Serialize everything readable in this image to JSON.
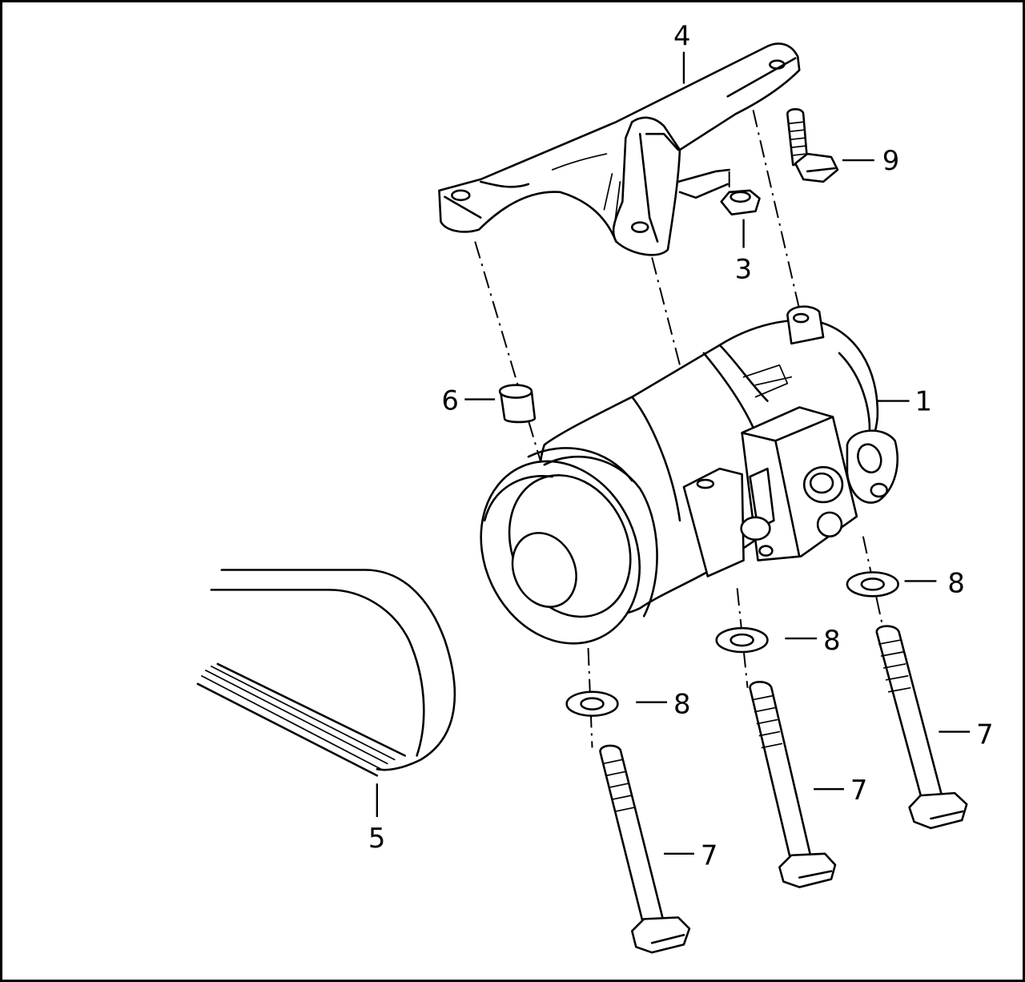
{
  "callouts": {
    "c1": "1",
    "c3": "3",
    "c4": "4",
    "c5": "5",
    "c6": "6",
    "c7a": "7",
    "c7b": "7",
    "c7c": "7",
    "c8a": "8",
    "c8b": "8",
    "c8c": "8",
    "c9": "9"
  },
  "colors": {
    "line": "#000000",
    "background": "#ffffff"
  }
}
